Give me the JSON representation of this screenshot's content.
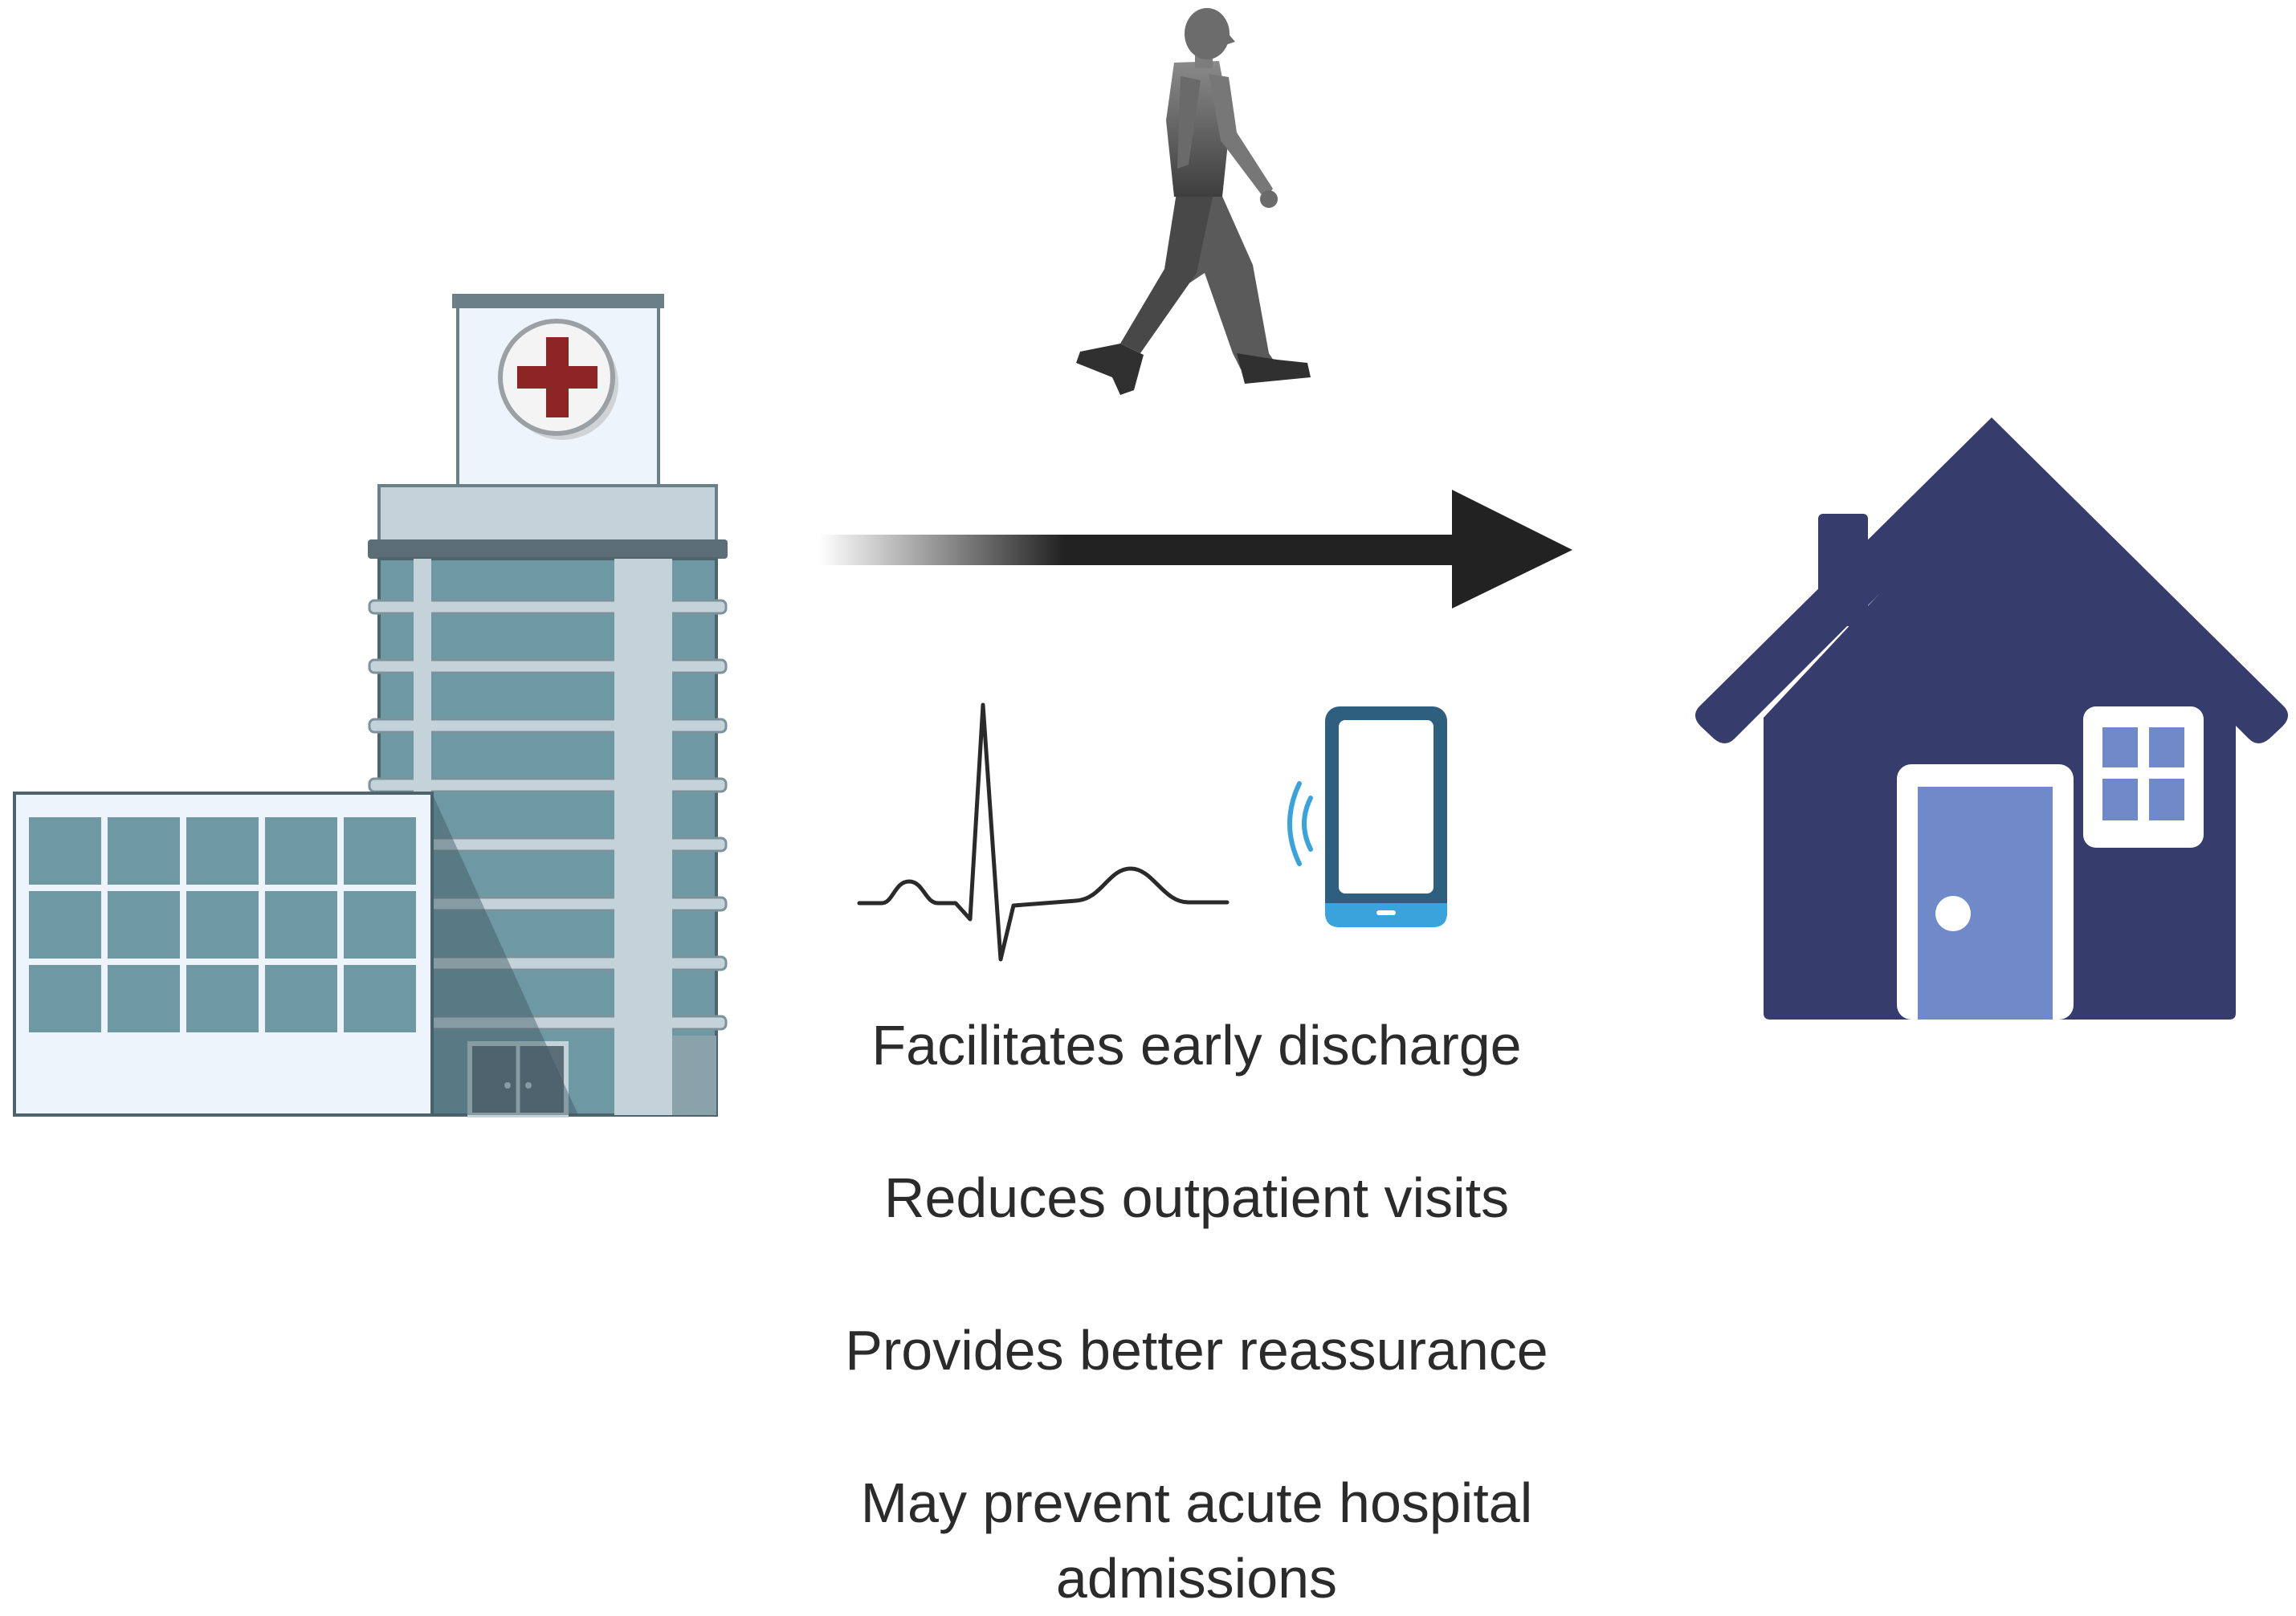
{
  "benefits": [
    {
      "label": "Facilitates early discharge"
    },
    {
      "label": "Reduces outpatient visits"
    },
    {
      "label": "Provides better reassurance"
    },
    {
      "label": "May prevent acute hospital admissions"
    }
  ],
  "icons": {
    "hospital": "hospital-building-icon",
    "walker": "walking-person-icon",
    "arrow": "arrow-right-icon",
    "ecg": "ecg-waveform-icon",
    "phone": "smartphone-signal-icon",
    "house": "house-icon"
  },
  "colors": {
    "hospital_glass": "#6e98a2",
    "hospital_frame": "#c3d3d9",
    "hospital_cross": "#8e2525",
    "arrow": "#222222",
    "phone_body": "#2f5f7f",
    "phone_signal": "#3aa3dc",
    "house_body": "#363c6b",
    "house_accent": "#7089c8",
    "text": "#2b2b2b"
  }
}
